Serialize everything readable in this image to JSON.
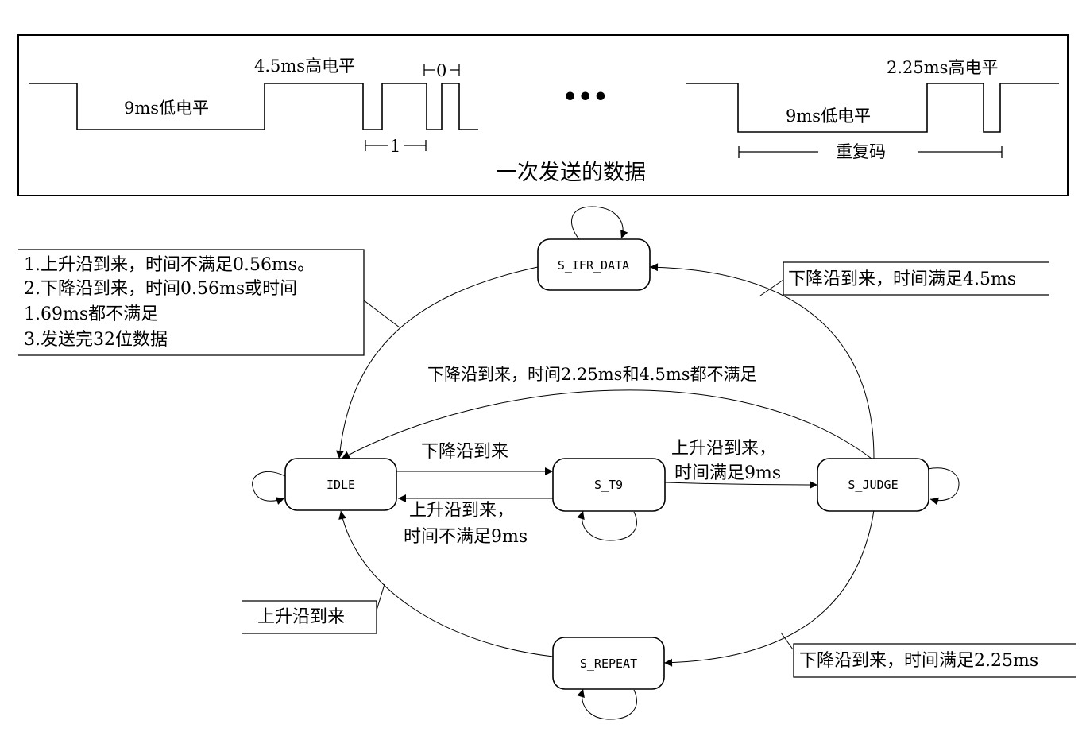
{
  "timing": {
    "low9_left": "9ms低电平",
    "high45": "4.5ms高电平",
    "bit0": "0",
    "bit1": "1",
    "ellipsis": "•••",
    "high225": "2.25ms高电平",
    "low9_right": "9ms低电平",
    "repeat_code": "重复码",
    "caption": "一次发送的数据"
  },
  "states": {
    "idle": "IDLE",
    "t9": "S_T9",
    "judge": "S_JUDGE",
    "ifr_data": "S_IFR_DATA",
    "repeat": "S_REPEAT"
  },
  "transitions": {
    "idle_to_t9": "下降沿到来",
    "t9_to_idle_line1": "上升沿到来，",
    "t9_to_idle_line2": "时间不满足9ms",
    "t9_to_judge_line1": "上升沿到来，",
    "t9_to_judge_line2": "时间满足9ms",
    "judge_to_idle": "下降沿到来，时间2.25ms和4.5ms都不满足"
  },
  "notes": {
    "ifr_to_idle": [
      "1.上升沿到来，时间不满足0.56ms。",
      "2.下降沿到来，时间0.56ms或时间",
      "1.69ms都不满足",
      "3.发送完32位数据"
    ],
    "judge_to_ifr": "下降沿到来，时间满足4.5ms",
    "judge_to_repeat": "下降沿到来，时间满足2.25ms",
    "repeat_to_idle": "上升沿到来"
  }
}
